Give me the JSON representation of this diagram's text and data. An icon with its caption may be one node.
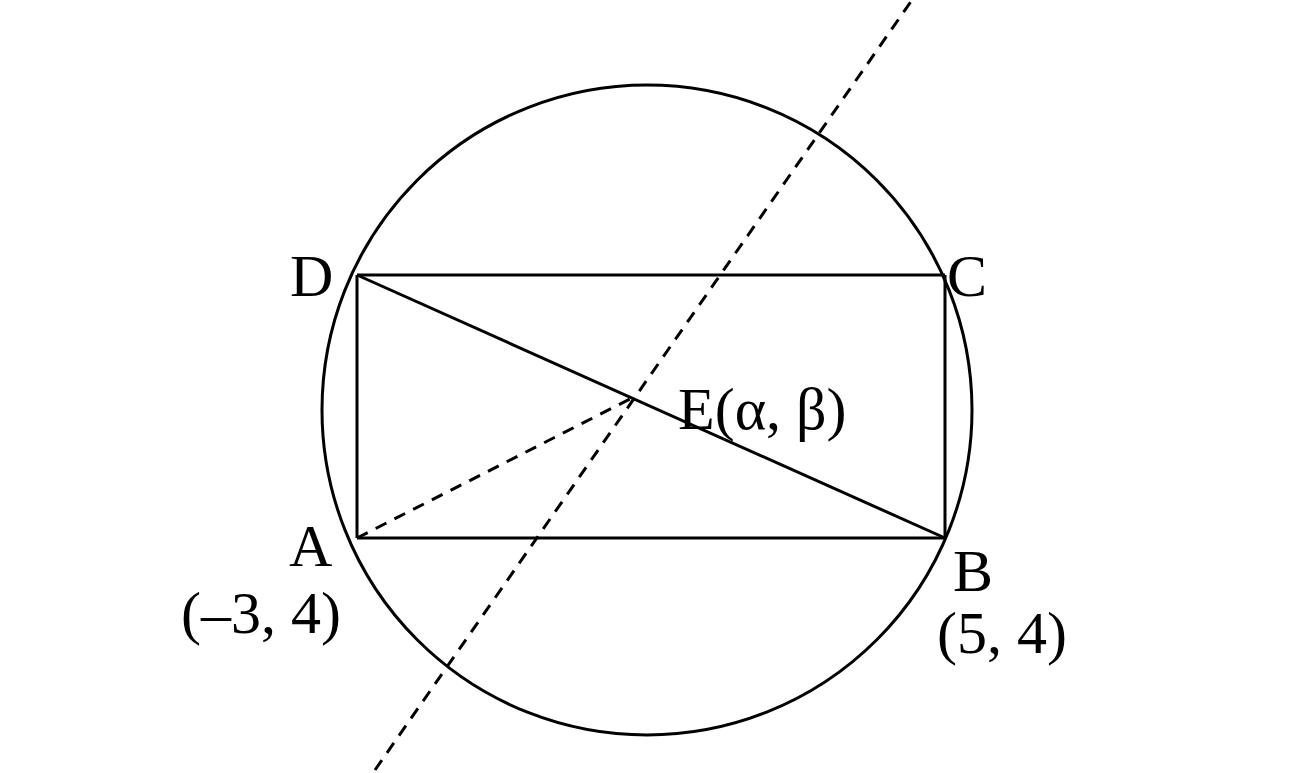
{
  "diagram": {
    "nodes": [
      {
        "text": [
          "D"
        ]
      },
      {
        "text": [
          "C"
        ]
      },
      {
        "text": [
          "E(α, β)"
        ]
      },
      {
        "text": [
          "A"
        ],
        "beside": [
          "(–3, 4)"
        ]
      },
      {
        "text": [
          "B"
        ],
        "beside": [
          "(5, 4)"
        ]
      }
    ],
    "edges": [
      {
        "from": 0,
        "to": 1,
        "arrow": "none"
      },
      {
        "from": 1,
        "to": 4,
        "arrow": "none"
      },
      {
        "from": 4,
        "to": 3,
        "arrow": "none"
      },
      {
        "from": 3,
        "to": 0,
        "arrow": "none"
      },
      {
        "from": 0,
        "to": 4,
        "arrow": "none"
      },
      {
        "from": 3,
        "to": 2,
        "arrow": "none",
        "style": "dashed"
      }
    ]
  }
}
